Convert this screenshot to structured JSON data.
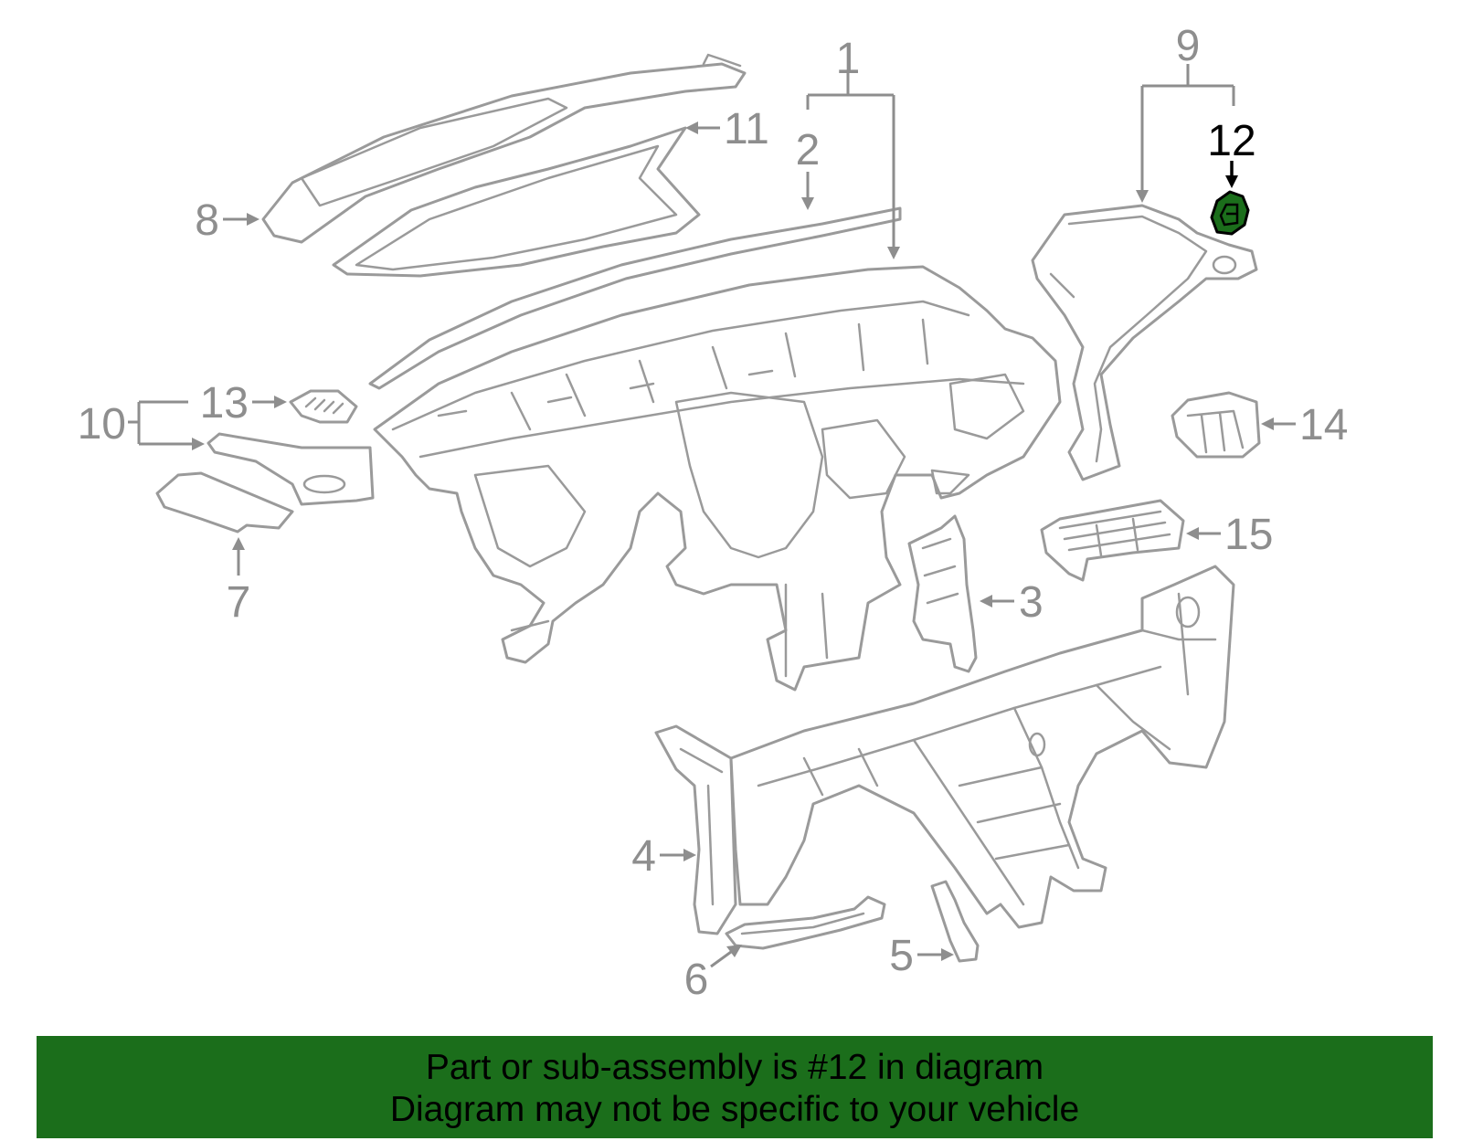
{
  "callouts": {
    "c1": "1",
    "c2": "2",
    "c3": "3",
    "c4": "4",
    "c5": "5",
    "c6": "6",
    "c7": "7",
    "c8": "8",
    "c9": "9",
    "c10": "10",
    "c11": "11",
    "c12": "12",
    "c13": "13",
    "c14": "14",
    "c15": "15"
  },
  "highlight": {
    "callout": "12",
    "color": "#1b6e1b"
  },
  "colors": {
    "line_art": "#9a9a9a",
    "banner_bg": "#1b6e1b",
    "banner_text": "#000000",
    "highlight_part": "#1b6e1b"
  },
  "banner": {
    "line1": "Part or sub-assembly is #12 in diagram",
    "line2": "Diagram may not be specific to your vehicle"
  }
}
